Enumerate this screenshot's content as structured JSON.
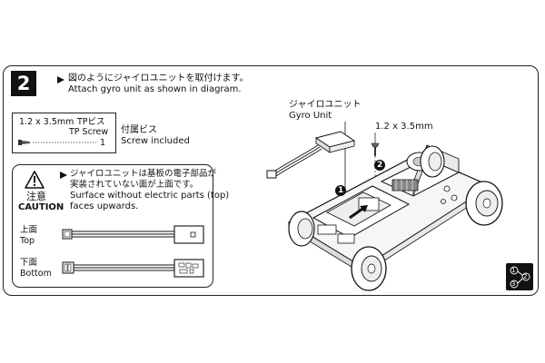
{
  "step": {
    "number": "2",
    "instruction_ja": "図のようにジャイロユニットを取付けます。",
    "instruction_en": "Attach gyro unit as shown in diagram."
  },
  "screw_box": {
    "size": "1.2 x 3.5mm",
    "name_ja": "TPビス",
    "name_en": "TP Screw",
    "count": "1"
  },
  "included": {
    "ja": "付属ビス",
    "en": "Screw included"
  },
  "caution": {
    "label_ja": "注意",
    "label_en": "CAUTION",
    "text_ja_1": "ジャイロユニットは基板の電子部品が",
    "text_ja_2": "実装されていない面が上面です。",
    "text_en_1": "Surface without electric parts (top)",
    "text_en_2": "faces upwards.",
    "top_ja": "上面",
    "top_en": "Top",
    "bottom_ja": "下面",
    "bottom_en": "Bottom"
  },
  "diagram": {
    "gyro_label_ja": "ジャイロユニット",
    "gyro_label_en": "Gyro Unit",
    "screw_size": "1.2 x 3.5mm",
    "callout_1": "1",
    "callout_2": "2"
  },
  "badge": {
    "n1": "1",
    "n2": "2",
    "n3": "3"
  }
}
